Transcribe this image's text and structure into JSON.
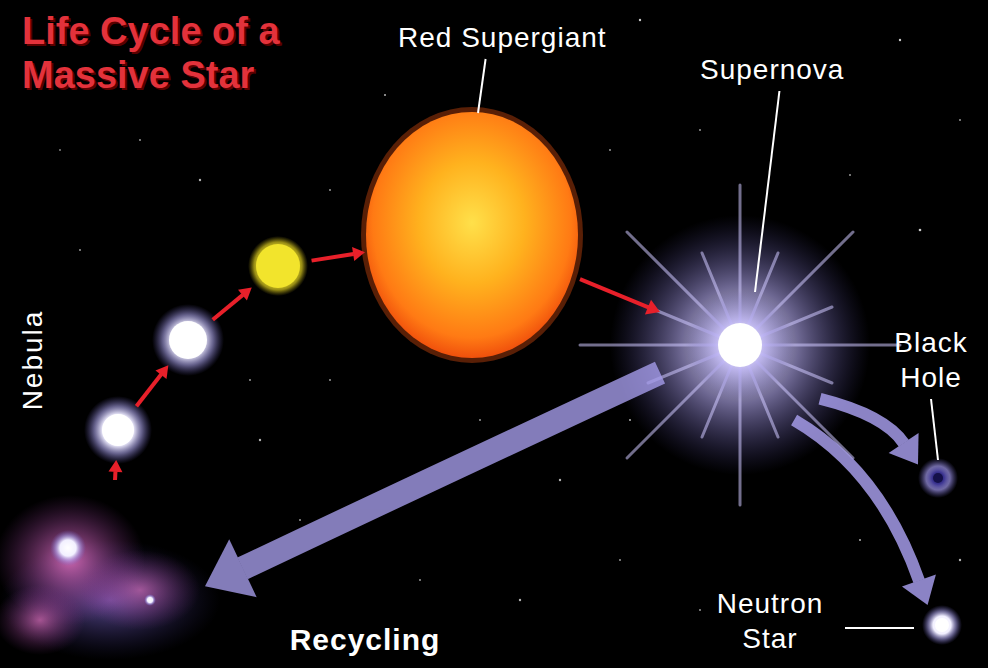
{
  "diagram": {
    "title": "Life Cycle of a Massive Star",
    "nodes": [
      {
        "text": [
          "Nebula"
        ]
      },
      {
        "text": [
          "Red Supergiant"
        ]
      },
      {
        "text": [
          "Supernova"
        ]
      },
      {
        "text": [
          "Black Hole"
        ]
      },
      {
        "text": [
          "Neutron Star"
        ]
      }
    ],
    "edges": [
      {
        "from": 0,
        "to": 1,
        "arrow": "to"
      },
      {
        "from": 1,
        "to": 2,
        "arrow": "to"
      },
      {
        "from": 2,
        "to": 3,
        "arrow": "to"
      },
      {
        "from": 2,
        "to": 4,
        "arrow": "to"
      },
      {
        "from": 2,
        "to": 0,
        "label": "Recycling",
        "arrow": "to"
      }
    ]
  }
}
